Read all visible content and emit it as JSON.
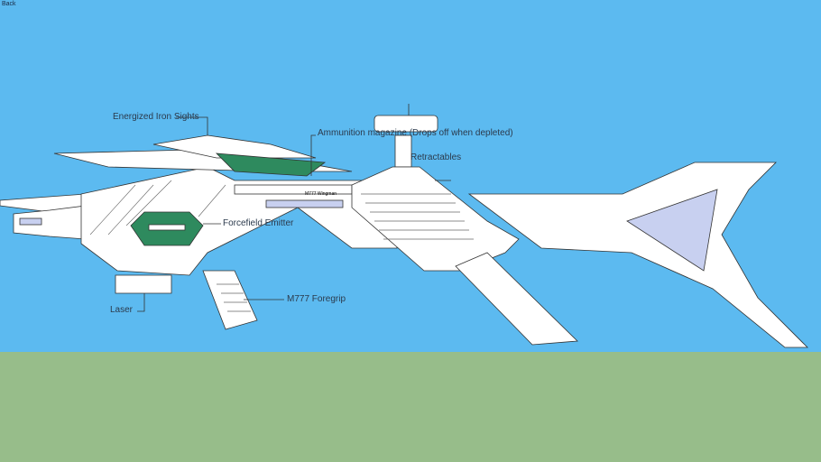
{
  "nav": {
    "back_label": "Back"
  },
  "model": {
    "name_plate": "M777 Wingman",
    "labels": {
      "iron_sights": "Energized Iron Sights",
      "magazine": "Ammunition magazine (Drops off when depleted)",
      "retractables": "Retractables",
      "forcefield": "Forcefield Emitter",
      "laser": "Laser",
      "foregrip": "M777 Foregrip"
    }
  },
  "colors": {
    "sky": "#5cbaf0",
    "ground": "#97bd8a",
    "emitter": "#2e8a5e",
    "panel": "#c8d0f0"
  }
}
